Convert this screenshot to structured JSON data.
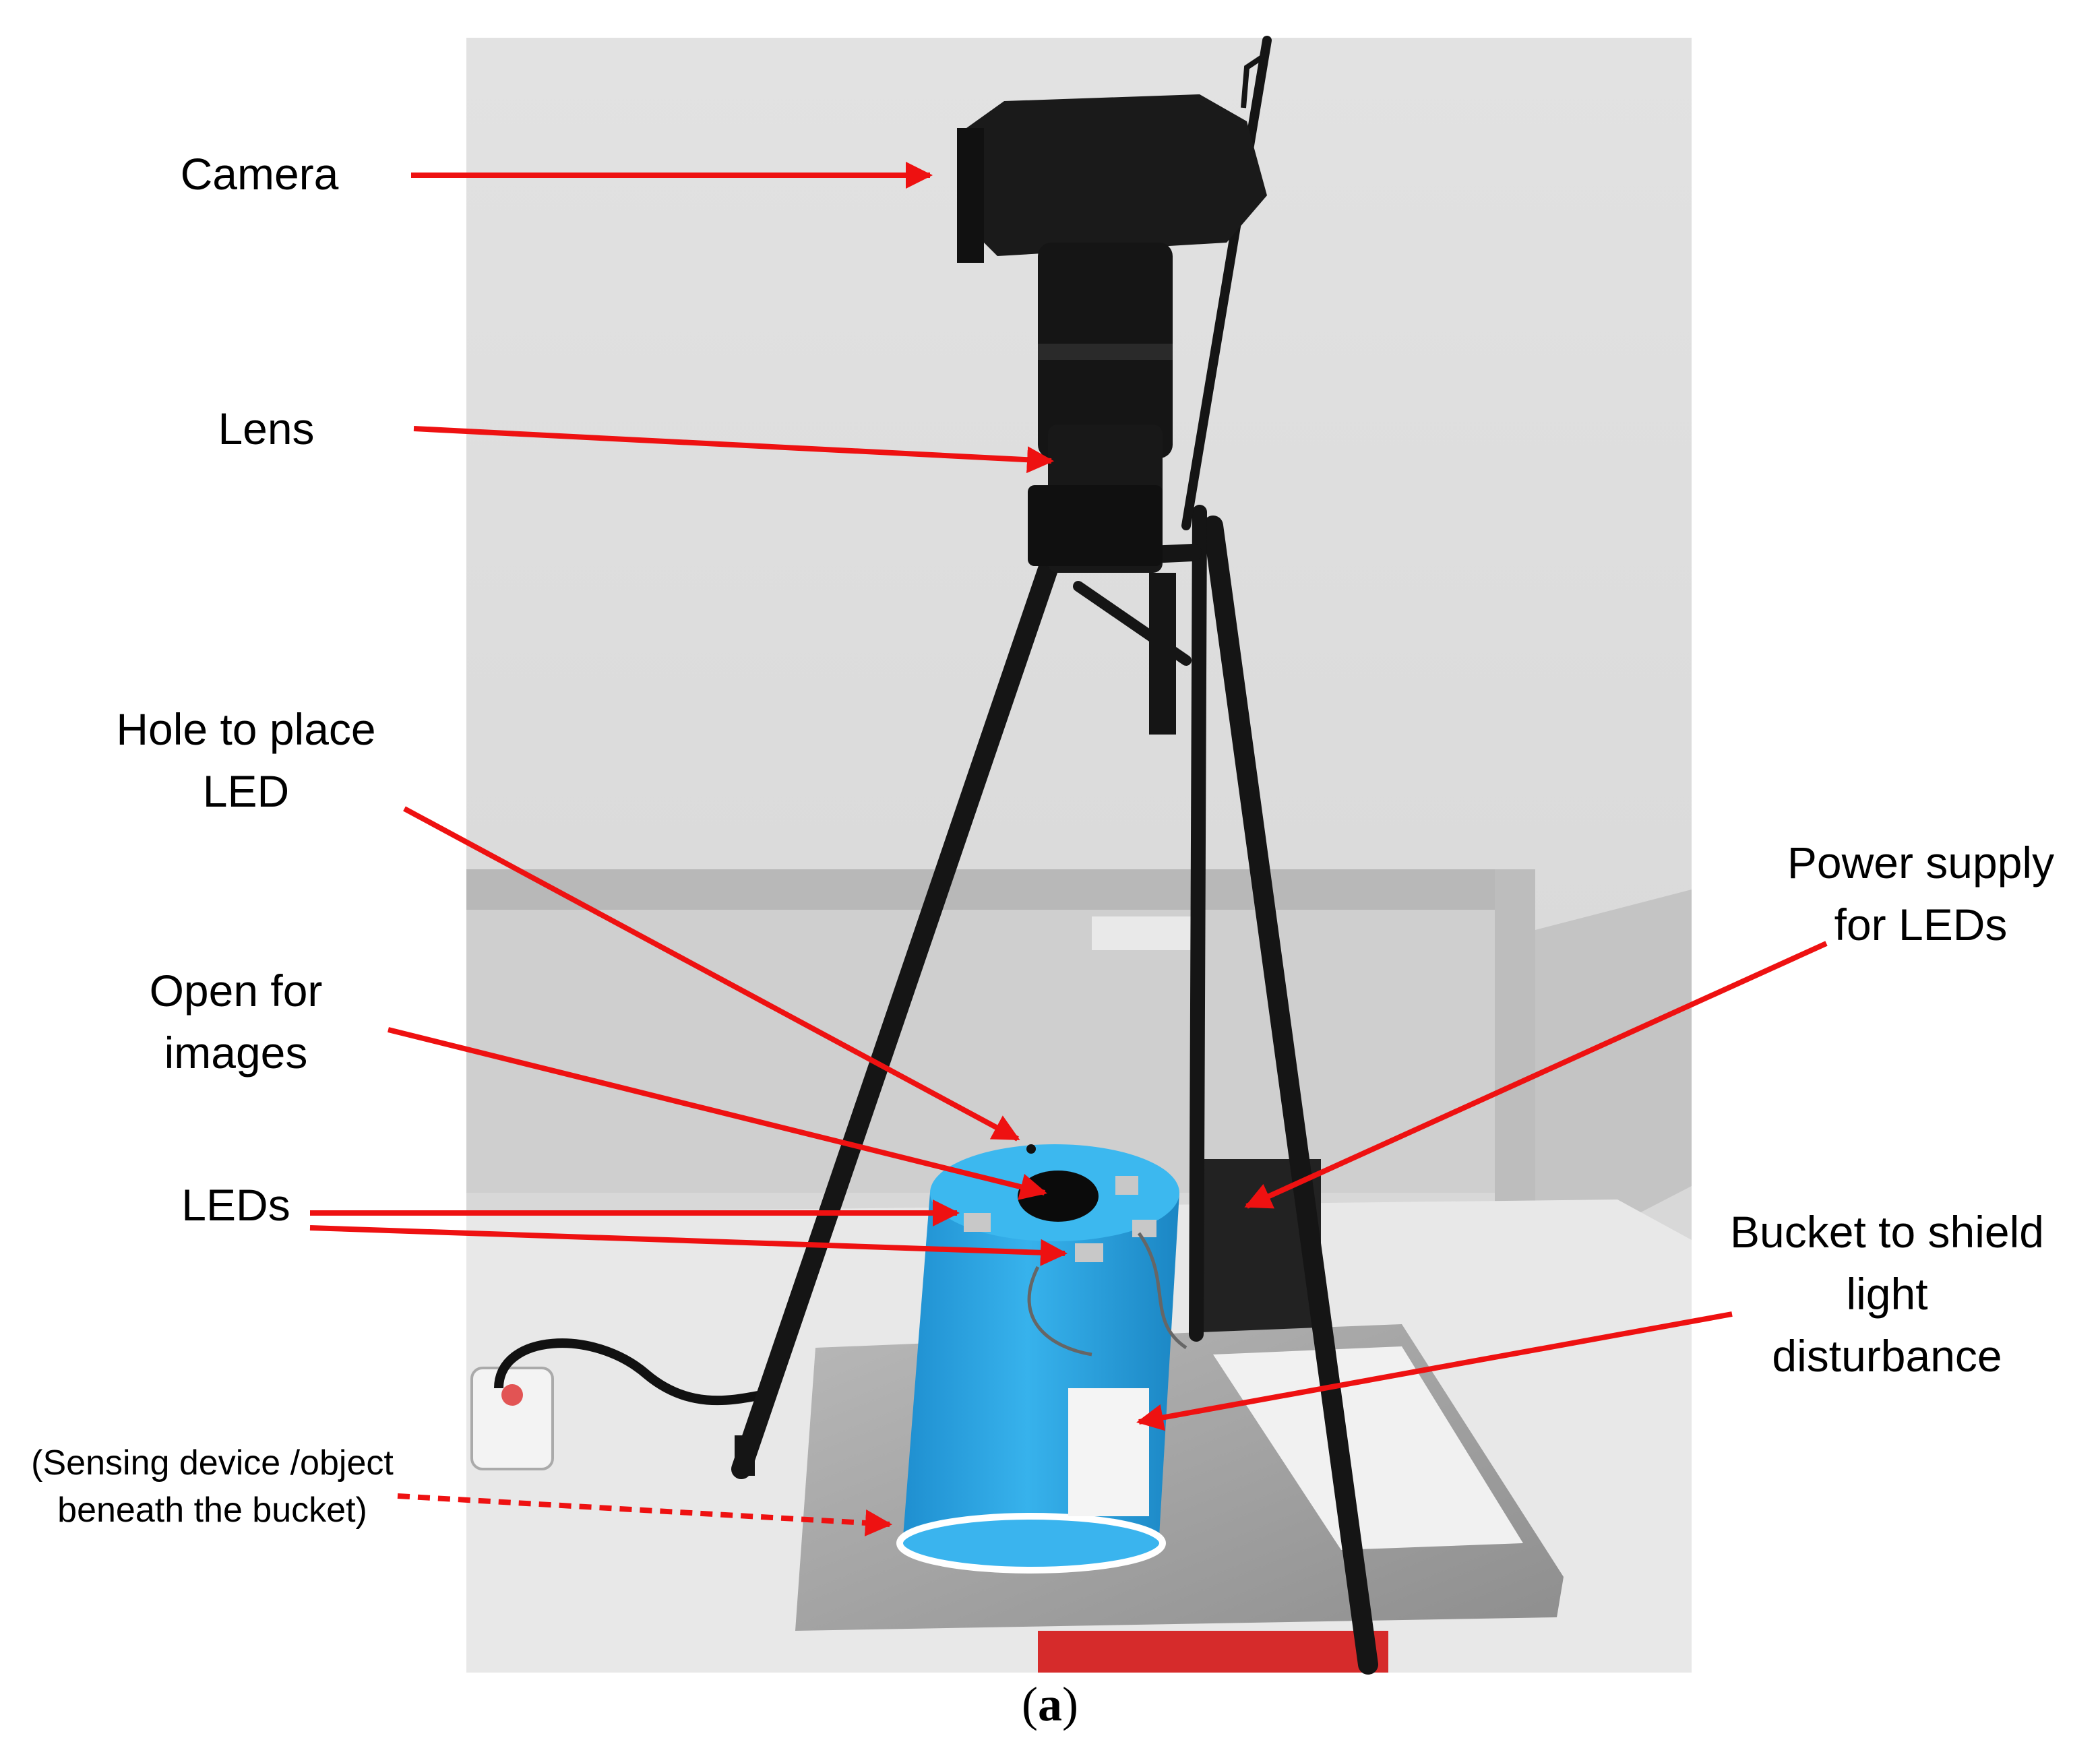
{
  "labels": {
    "camera": "Camera",
    "lens": "Lens",
    "hole": [
      "Hole to place",
      "LED"
    ],
    "open": [
      "Open for",
      "images"
    ],
    "leds": "LEDs",
    "sensing": [
      "(Sensing device /object",
      "beneath the bucket)"
    ],
    "power": [
      "Power supply",
      "for LEDs"
    ],
    "bucket": [
      "Bucket to shield",
      "light",
      "disturbance"
    ]
  },
  "caption": {
    "open": "(",
    "letter": "a",
    "close": ")"
  },
  "colors": {
    "arrow": "#ee1111",
    "wall": "#dcdcdc",
    "bucket": "#2aa6e0",
    "tripod": "#151515",
    "table": "#e6e6e6",
    "plate": "#a9a9a9"
  }
}
